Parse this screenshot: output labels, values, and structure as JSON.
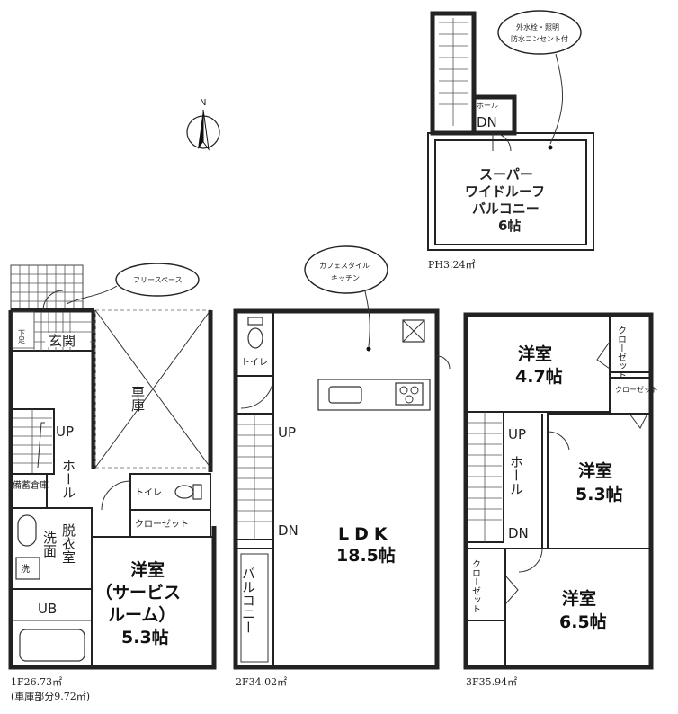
{
  "north": {
    "label": "N"
  },
  "penthouse": {
    "area": "PH3.24㎡",
    "hall_label": "ホール",
    "dn_label": "DN",
    "roof_line1": "スーパー",
    "roof_line2": "ワイドルーフ",
    "roof_line3": "バルコニー",
    "roof_line4": "6帖",
    "cloud_line1": "外水栓・照明",
    "cloud_line2": "防水コンセント付"
  },
  "floor1": {
    "area": "1F26.73㎡",
    "area_note": "(車庫部分9.72㎡)",
    "cloud": "フリースペース",
    "genkan": "玄関",
    "kutsu": "下足",
    "garage": "車庫",
    "up": "UP",
    "hall": "ホール",
    "storage": "備蓄倉庫",
    "toilet": "トイレ",
    "closet": "クローゼット",
    "datsui": "脱衣室",
    "senmen": "洗面",
    "sen": "洗",
    "ub": "UB",
    "room_line1": "洋室",
    "room_line2": "（サービス",
    "room_line3": "ルーム）",
    "room_line4": "5.3帖"
  },
  "floor2": {
    "area": "2F34.02㎡",
    "cloud_line1": "カフェスタイル",
    "cloud_line2": "キッチン",
    "toilet": "トイレ",
    "up": "UP",
    "dn": "DN",
    "balcony": "バルコニー",
    "ldk_line1": "LDK",
    "ldk_line2": "18.5帖"
  },
  "floor3": {
    "area": "3F35.94㎡",
    "room_a_line1": "洋室",
    "room_a_line2": "4.7帖",
    "closet_a": "クローゼット",
    "closet_b": "クローゼット",
    "up": "UP",
    "dn": "DN",
    "hall": "ホール",
    "room_b_line1": "洋室",
    "room_b_line2": "5.3帖",
    "closet_c": "クローゼット",
    "room_c_line1": "洋室",
    "room_c_line2": "6.5帖"
  }
}
